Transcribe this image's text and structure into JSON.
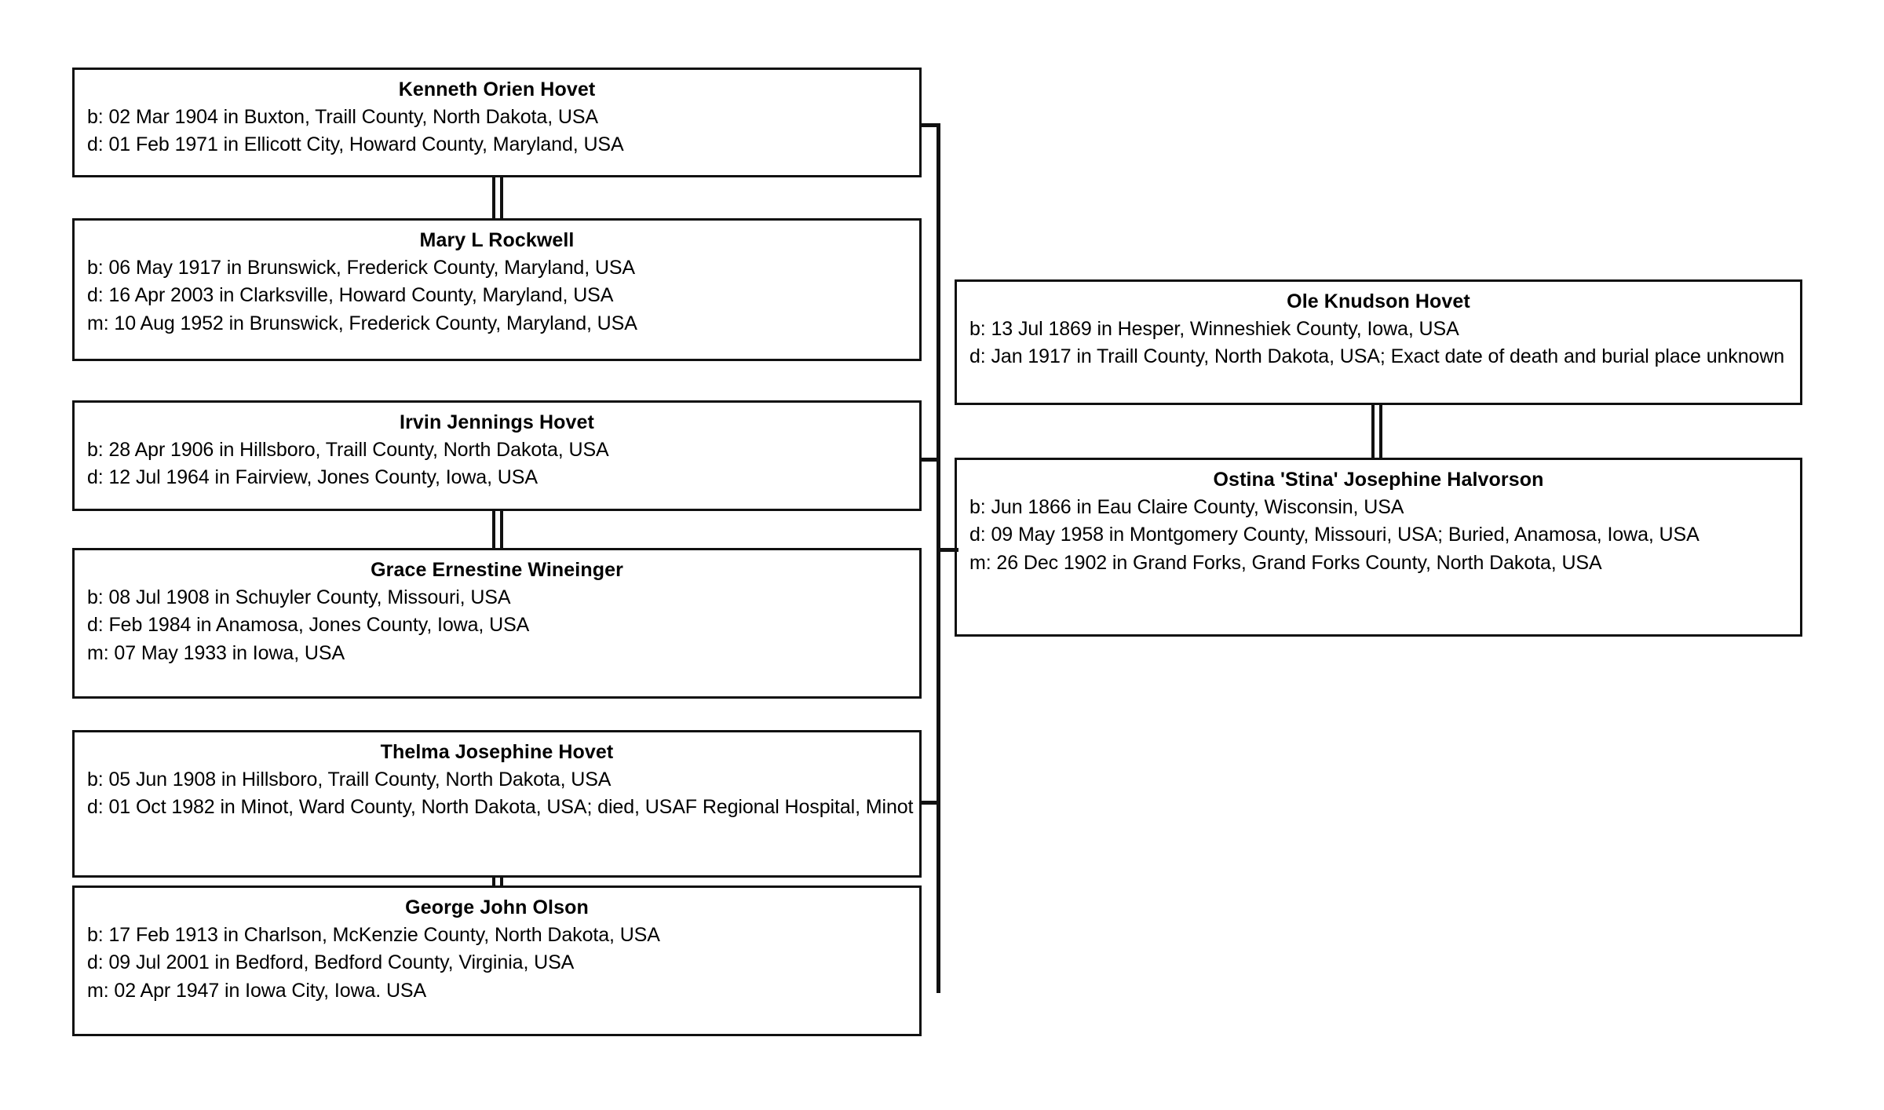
{
  "chart": {
    "type": "pedigree-chart",
    "background": "#ffffff",
    "line_color": "#111111",
    "text_color": "#000000"
  },
  "people": [
    {
      "id": "kenneth-orien-hovet",
      "name": "Kenneth Orien Hovet",
      "facts": [
        "b: 02 Mar 1904 in Buxton, Traill County, North Dakota, USA",
        "d: 01 Feb 1971 in Ellicott City, Howard County, Maryland, USA"
      ]
    },
    {
      "id": "mary-l-rockwell",
      "name": "Mary L Rockwell",
      "facts": [
        "b: 06 May 1917 in Brunswick, Frederick County, Maryland, USA",
        "d: 16 Apr 2003 in Clarksville, Howard County, Maryland, USA",
        "m: 10 Aug 1952 in Brunswick, Frederick County, Maryland, USA"
      ]
    },
    {
      "id": "irvin-jennings-hovet",
      "name": "Irvin Jennings Hovet",
      "facts": [
        "b: 28 Apr 1906 in Hillsboro, Traill County, North Dakota, USA",
        "d: 12 Jul 1964 in Fairview, Jones County, Iowa, USA"
      ]
    },
    {
      "id": "grace-ernestine-wineinger",
      "name": "Grace Ernestine Wineinger",
      "facts": [
        "b: 08 Jul 1908 in Schuyler County, Missouri, USA",
        "d: Feb 1984 in Anamosa, Jones County, Iowa, USA",
        "m: 07 May 1933 in Iowa, USA"
      ]
    },
    {
      "id": "thelma-josephine-hovet",
      "name": "Thelma Josephine Hovet",
      "facts": [
        "b: 05 Jun 1908 in Hillsboro, Traill County, North Dakota, USA",
        "d: 01 Oct 1982 in Minot, Ward County, North Dakota, USA; died, USAF Regional Hospital, Minot"
      ]
    },
    {
      "id": "george-john-olson",
      "name": "George John Olson",
      "facts": [
        "b: 17 Feb 1913 in Charlson, McKenzie County, North Dakota, USA",
        "d: 09 Jul 2001 in Bedford, Bedford County, Virginia, USA",
        "m: 02 Apr 1947 in Iowa City, Iowa. USA"
      ]
    },
    {
      "id": "ole-knudson-hovet",
      "name": "Ole Knudson Hovet",
      "facts": [
        "b: 13 Jul 1869 in Hesper, Winneshiek County, Iowa, USA",
        "d: Jan 1917 in Traill County, North Dakota, USA; Exact date of death and burial place unknown"
      ]
    },
    {
      "id": "ostina-stina-josephine-halvorson",
      "name": "Ostina 'Stina' Josephine Halvorson",
      "facts": [
        "b: Jun 1866 in Eau Claire County, Wisconsin, USA",
        "d: 09 May 1958 in Montgomery County, Missouri, USA; Buried, Anamosa, Iowa, USA",
        "m: 26 Dec 1902 in Grand Forks, Grand Forks County, North Dakota, USA"
      ]
    }
  ]
}
